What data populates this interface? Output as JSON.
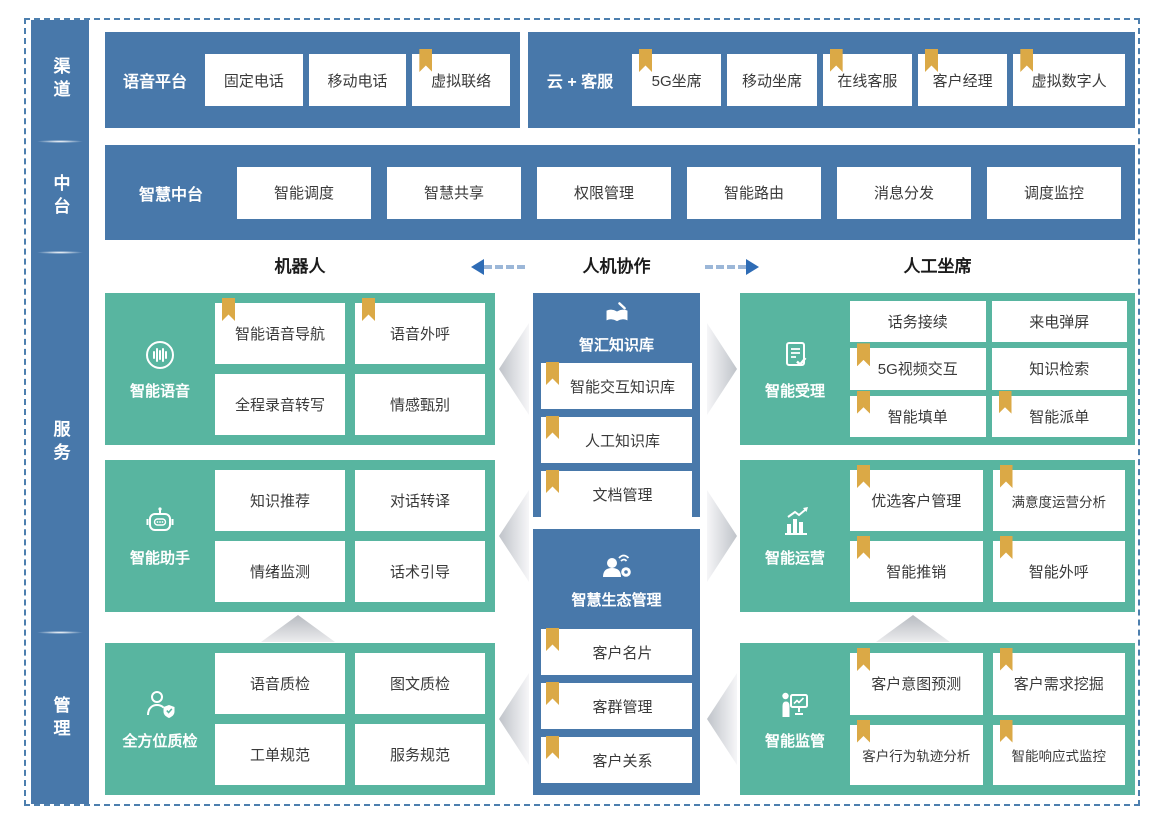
{
  "colors": {
    "primary_blue": "#4878aa",
    "teal_green": "#58b5a0",
    "bookmark_gold": "#dba946",
    "arrow_blue": "#2e6cb5",
    "text_dark": "#3a3a3a"
  },
  "sidebar": {
    "sections": [
      "渠道",
      "中台",
      "服务",
      "管理"
    ]
  },
  "channel_row": {
    "voice_platform": {
      "title": "语音平台",
      "items": [
        {
          "label": "固定电话",
          "bookmark": false
        },
        {
          "label": "移动电话",
          "bookmark": false
        },
        {
          "label": "虚拟联络",
          "bookmark": true
        }
      ]
    },
    "cloud_service": {
      "title": "云 + 客服",
      "items": [
        {
          "label": "5G坐席",
          "bookmark": true
        },
        {
          "label": "移动坐席",
          "bookmark": false
        },
        {
          "label": "在线客服",
          "bookmark": true
        },
        {
          "label": "客户经理",
          "bookmark": true
        },
        {
          "label": "虚拟数字人",
          "bookmark": true
        }
      ]
    }
  },
  "platform_row": {
    "title": "智慧中台",
    "items": [
      "智能调度",
      "智慧共享",
      "权限管理",
      "智能路由",
      "消息分发",
      "调度监控"
    ]
  },
  "collab": {
    "left": "机器人",
    "center": "人机协作",
    "right": "人工坐席"
  },
  "service": {
    "left": [
      {
        "title": "智能语音",
        "icon": "voice-icon",
        "items": [
          {
            "label": "智能语音导航",
            "bookmark": true
          },
          {
            "label": "语音外呼",
            "bookmark": true
          },
          {
            "label": "全程录音转写",
            "bookmark": false
          },
          {
            "label": "情感甄别",
            "bookmark": false
          }
        ]
      },
      {
        "title": "智能助手",
        "icon": "robot-icon",
        "items": [
          {
            "label": "知识推荐",
            "bookmark": false
          },
          {
            "label": "对话转译",
            "bookmark": false
          },
          {
            "label": "情绪监测",
            "bookmark": false
          },
          {
            "label": "话术引导",
            "bookmark": false
          }
        ]
      },
      {
        "title": "全方位质检",
        "icon": "quality-inspection-icon",
        "items": [
          {
            "label": "语音质检",
            "bookmark": false
          },
          {
            "label": "图文质检",
            "bookmark": false
          },
          {
            "label": "工单规范",
            "bookmark": false
          },
          {
            "label": "服务规范",
            "bookmark": false
          }
        ]
      }
    ],
    "middle": [
      {
        "title": "智汇知识库",
        "icon": "knowledge-base-icon",
        "items": [
          {
            "label": "智能交互知识库",
            "bookmark": true
          },
          {
            "label": "人工知识库",
            "bookmark": true
          },
          {
            "label": "文档管理",
            "bookmark": true
          }
        ]
      },
      {
        "title": "智慧生态管理",
        "icon": "ecosystem-icon",
        "items": [
          {
            "label": "客户名片",
            "bookmark": true
          },
          {
            "label": "客群管理",
            "bookmark": true
          },
          {
            "label": "客户关系",
            "bookmark": true
          }
        ]
      }
    ],
    "right": [
      {
        "title": "智能受理",
        "icon": "acceptance-icon",
        "items": [
          {
            "label": "话务接续",
            "bookmark": false
          },
          {
            "label": "来电弹屏",
            "bookmark": false
          },
          {
            "label": "5G视频交互",
            "bookmark": true
          },
          {
            "label": "知识检索",
            "bookmark": false
          },
          {
            "label": "智能填单",
            "bookmark": true
          },
          {
            "label": "智能派单",
            "bookmark": true
          }
        ]
      },
      {
        "title": "智能运营",
        "icon": "operations-icon",
        "items": [
          {
            "label": "优选客户管理",
            "bookmark": true
          },
          {
            "label": "满意度运营分析",
            "bookmark": true
          },
          {
            "label": "智能推销",
            "bookmark": true
          },
          {
            "label": "智能外呼",
            "bookmark": true
          }
        ]
      },
      {
        "title": "智能监管",
        "icon": "supervision-icon",
        "items": [
          {
            "label": "客户意图预测",
            "bookmark": true
          },
          {
            "label": "客户需求挖掘",
            "bookmark": true
          },
          {
            "label": "客户行为轨迹分析",
            "bookmark": true
          },
          {
            "label": "智能响应式监控",
            "bookmark": true
          }
        ]
      }
    ]
  }
}
